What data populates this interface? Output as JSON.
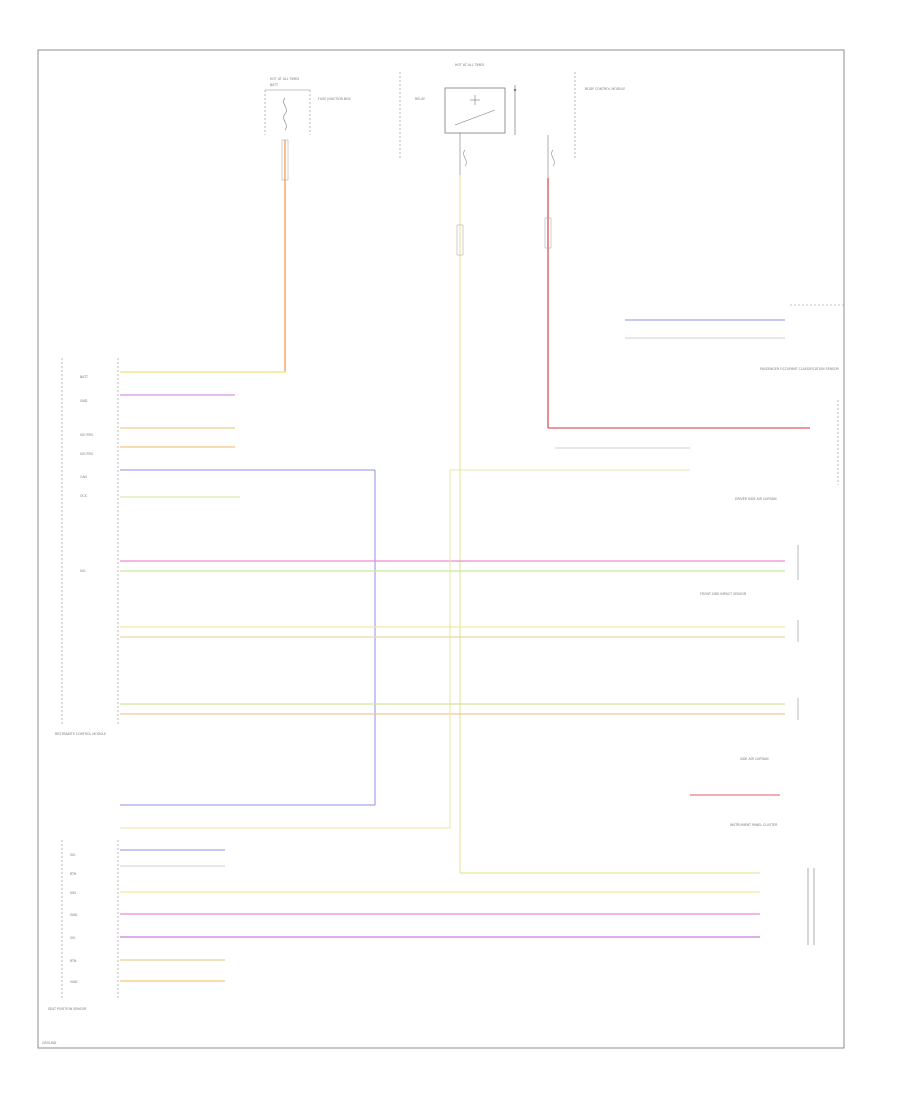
{
  "colors": {
    "frame": "#8c8c8c",
    "component": "#8c8c8c",
    "wire_orange": "#f5a25a",
    "wire_red": "#e05b66",
    "wire_yellow": "#e8e6a0",
    "wire_blue": "#8f8fea",
    "wire_violet": "#cf7ae0",
    "wire_pink": "#f08ad0",
    "wire_green": "#cde79a",
    "wire_tan": "#ead6a6",
    "wire_gray": "#bfbfbf"
  },
  "top_fuse": {
    "label": "HOT AT ALL TIMES",
    "name": "BATT",
    "note": "FUSE JUNCTION BOX"
  },
  "top_relay": {
    "label": "HOT AT ALL TIMES",
    "name": "RELAY",
    "note": "BODY CONTROL MODULE"
  },
  "bcm_left": {
    "title": "RESTRAINTS CONTROL MODULE",
    "pins": [
      "BATT",
      "GND",
      "SIG RTN",
      "SIG RTN",
      "CAN",
      "OCS",
      "SIG"
    ]
  },
  "right_modules": {
    "occupant": "PASSENGER OCCUPANT CLASSIFICATION SENSOR",
    "front_left": "DRIVER SIDE AIR CURTAIN",
    "front_right": "FRONT SIDE IMPACT SENSOR",
    "rear": "SIDE AIR CURTAIN",
    "cluster": "INSTRUMENT PANEL CLUSTER"
  },
  "bottom_module": {
    "title": "SEAT POSITION SENSOR",
    "pins": [
      "SIG",
      "RTN",
      "IGN",
      "GND",
      "SIG",
      "RTN",
      "GND"
    ]
  },
  "footer": {
    "note": "GROUND"
  }
}
